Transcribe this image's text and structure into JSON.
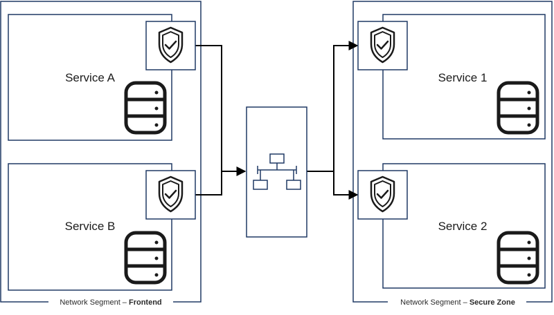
{
  "segments": [
    {
      "prefix": "Network Segment – ",
      "name": "Frontend"
    },
    {
      "prefix": "Network Segment – ",
      "name": "Secure Zone"
    }
  ],
  "services": [
    {
      "label": "Service A"
    },
    {
      "label": "Service B"
    },
    {
      "label": "Service 1"
    },
    {
      "label": "Service 2"
    }
  ],
  "icons": {
    "security": "shield-check-icon",
    "database": "database-icon",
    "network": "network-switch-icon"
  },
  "colors": {
    "border": "#1f3864",
    "line": "#000000",
    "icon": "#1a1a1a",
    "background": "#ffffff"
  }
}
